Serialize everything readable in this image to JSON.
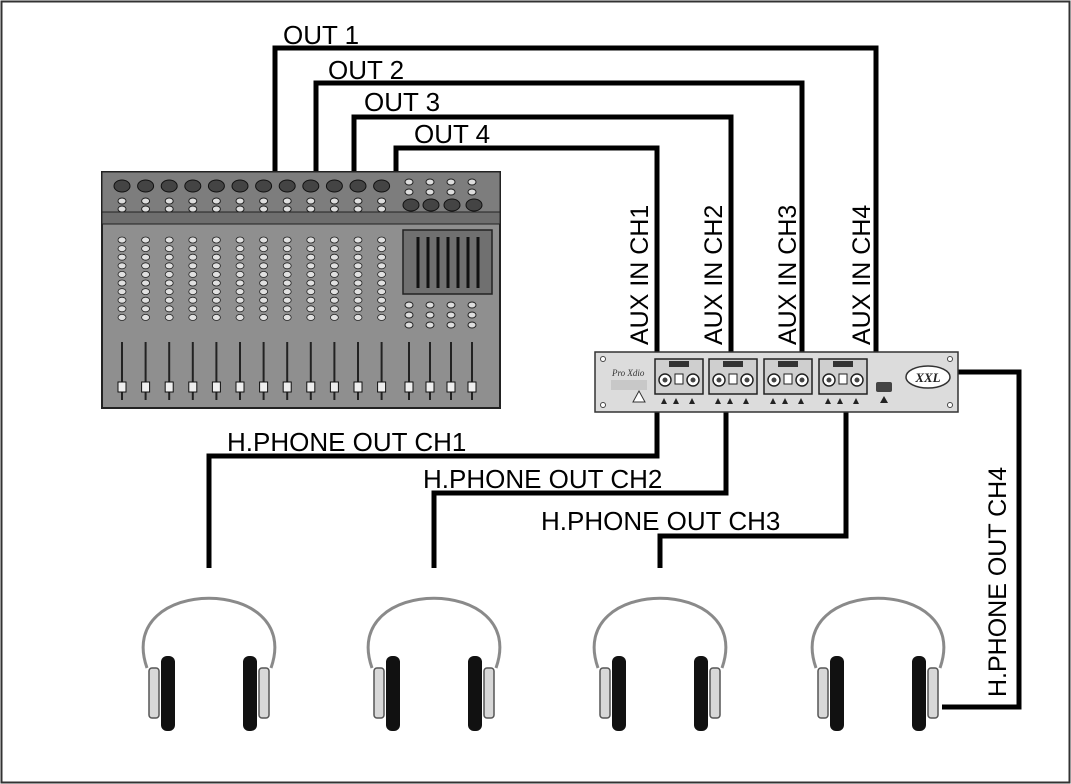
{
  "labels": {
    "out1": "OUT 1",
    "out2": "OUT 2",
    "out3": "OUT 3",
    "out4": "OUT 4",
    "aux1": "AUX IN CH1",
    "aux2": "AUX IN CH2",
    "aux3": "AUX IN CH3",
    "aux4": "AUX IN CH4",
    "hp1": "H.PHONE OUT CH1",
    "hp2": "H.PHONE OUT CH2",
    "hp3": "H.PHONE OUT CH3",
    "hp4": "H.PHONE OUT CH4"
  },
  "amp": {
    "brand": "Pro Xdio",
    "logo": "XXL",
    "channels": [
      "CH1",
      "CH2",
      "CH3",
      "CH4"
    ]
  },
  "colors": {
    "mixer_body": "#8f8f8f",
    "mixer_dark": "#555555",
    "cable": "#000000",
    "headphone_band": "#909090",
    "amp_panel": "#d8d8d8"
  }
}
